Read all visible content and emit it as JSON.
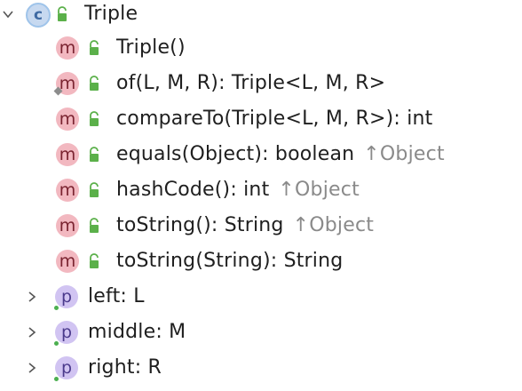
{
  "class_node": {
    "name": "Triple",
    "badge": "c",
    "icon": "class-icon"
  },
  "methods": [
    {
      "badge": "m",
      "signature": "Triple()",
      "inherited_from": ""
    },
    {
      "badge": "m",
      "signature": "of(L, M, R): Triple<L, M, R>",
      "inherited_from": ""
    },
    {
      "badge": "m",
      "signature": "compareTo(Triple<L, M, R>): int",
      "inherited_from": ""
    },
    {
      "badge": "m",
      "signature": "equals(Object): boolean",
      "inherited_from": "↑Object"
    },
    {
      "badge": "m",
      "signature": "hashCode(): int",
      "inherited_from": "↑Object"
    },
    {
      "badge": "m",
      "signature": "toString(): String",
      "inherited_from": "↑Object"
    },
    {
      "badge": "m",
      "signature": "toString(String): String",
      "inherited_from": ""
    }
  ],
  "properties": [
    {
      "badge": "p",
      "signature": "left: L"
    },
    {
      "badge": "p",
      "signature": "middle: M"
    },
    {
      "badge": "p",
      "signature": "right: R"
    }
  ],
  "colors": {
    "method_badge": "#f2b8c0",
    "property_badge": "#d1c4f2",
    "class_badge": "#c7d9f0",
    "lock_green": "#5bb04a",
    "inherited_text": "#8a8a8a"
  }
}
